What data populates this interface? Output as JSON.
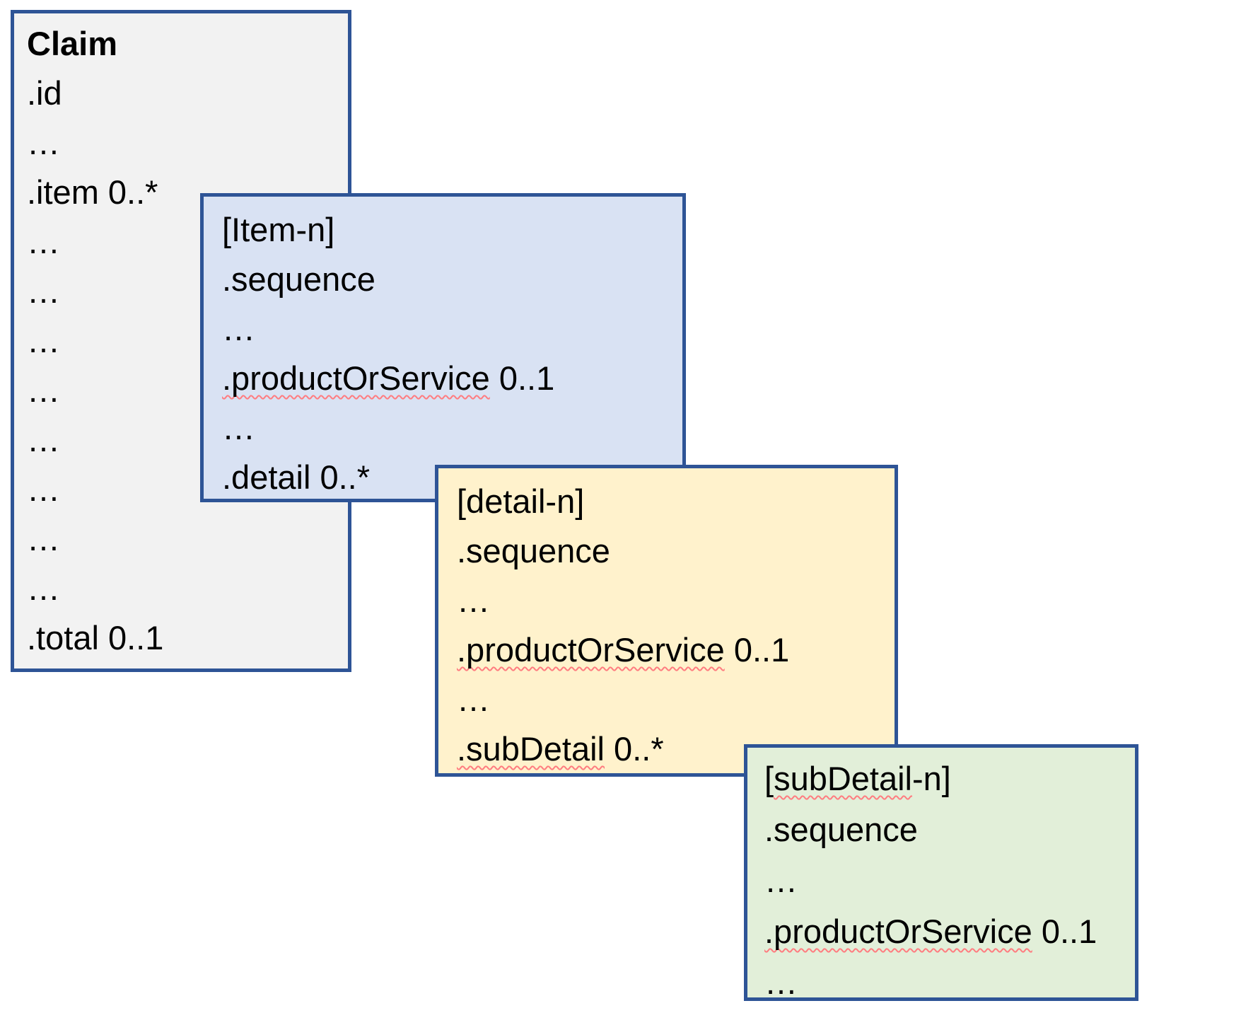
{
  "diagram": {
    "background": "#FFFFFF",
    "border_color": "#2E5496",
    "spellcheck_underline_color": "#FF7C80",
    "boxes": [
      {
        "id": "claim",
        "fill": "#F2F2F2",
        "rows": [
          {
            "role": "box-title",
            "segments": [
              {
                "t": "Claim",
                "bold": true
              }
            ]
          },
          {
            "role": "field-row",
            "segments": [
              {
                "t": ".id"
              }
            ]
          },
          {
            "role": "ellipsis-row",
            "segments": [
              {
                "t": "…"
              }
            ]
          },
          {
            "role": "field-row",
            "segments": [
              {
                "t": ".item 0..*"
              }
            ]
          },
          {
            "role": "ellipsis-row",
            "segments": [
              {
                "t": "…"
              }
            ]
          },
          {
            "role": "ellipsis-row",
            "segments": [
              {
                "t": "…"
              }
            ]
          },
          {
            "role": "ellipsis-row",
            "segments": [
              {
                "t": "…"
              }
            ]
          },
          {
            "role": "ellipsis-row",
            "segments": [
              {
                "t": "…"
              }
            ]
          },
          {
            "role": "ellipsis-row",
            "segments": [
              {
                "t": "…"
              }
            ]
          },
          {
            "role": "ellipsis-row",
            "segments": [
              {
                "t": "…"
              }
            ]
          },
          {
            "role": "ellipsis-row",
            "segments": [
              {
                "t": "…"
              }
            ]
          },
          {
            "role": "ellipsis-row",
            "segments": [
              {
                "t": "…"
              }
            ]
          },
          {
            "role": "field-row",
            "segments": [
              {
                "t": ".total 0..1"
              }
            ]
          }
        ]
      },
      {
        "id": "item",
        "fill": "#D9E2F3",
        "rows": [
          {
            "role": "box-title",
            "segments": [
              {
                "t": "[Item-n]"
              }
            ]
          },
          {
            "role": "field-row",
            "segments": [
              {
                "t": ".sequence"
              }
            ]
          },
          {
            "role": "ellipsis-row",
            "segments": [
              {
                "t": "…"
              }
            ]
          },
          {
            "role": "field-row",
            "segments": [
              {
                "t": ".productOrService",
                "wavy": true
              },
              {
                "t": " 0..1"
              }
            ]
          },
          {
            "role": "ellipsis-row",
            "segments": [
              {
                "t": "…"
              }
            ]
          },
          {
            "role": "field-row",
            "segments": [
              {
                "t": ".detail 0..*"
              }
            ]
          }
        ]
      },
      {
        "id": "detail",
        "fill": "#FFF2CC",
        "rows": [
          {
            "role": "box-title",
            "segments": [
              {
                "t": "[detail-n]"
              }
            ]
          },
          {
            "role": "field-row",
            "segments": [
              {
                "t": ".sequence"
              }
            ]
          },
          {
            "role": "ellipsis-row",
            "segments": [
              {
                "t": "…"
              }
            ]
          },
          {
            "role": "field-row",
            "segments": [
              {
                "t": ".productOrService",
                "wavy": true
              },
              {
                "t": " 0..1"
              }
            ]
          },
          {
            "role": "ellipsis-row",
            "segments": [
              {
                "t": "…"
              }
            ]
          },
          {
            "role": "field-row",
            "segments": [
              {
                "t": ".subDetail",
                "wavy": true
              },
              {
                "t": " 0..*"
              }
            ]
          }
        ]
      },
      {
        "id": "subdetail",
        "fill": "#E2EFD9",
        "rows": [
          {
            "role": "box-title",
            "segments": [
              {
                "t": "["
              },
              {
                "t": "subDetail",
                "wavy": true
              },
              {
                "t": "-n]"
              }
            ]
          },
          {
            "role": "field-row",
            "segments": [
              {
                "t": ".sequence"
              }
            ]
          },
          {
            "role": "ellipsis-row",
            "segments": [
              {
                "t": "…"
              }
            ]
          },
          {
            "role": "field-row",
            "segments": [
              {
                "t": ".productOrService",
                "wavy": true
              },
              {
                "t": " 0..1"
              }
            ]
          },
          {
            "role": "ellipsis-row",
            "segments": [
              {
                "t": "…"
              }
            ]
          }
        ]
      }
    ]
  }
}
